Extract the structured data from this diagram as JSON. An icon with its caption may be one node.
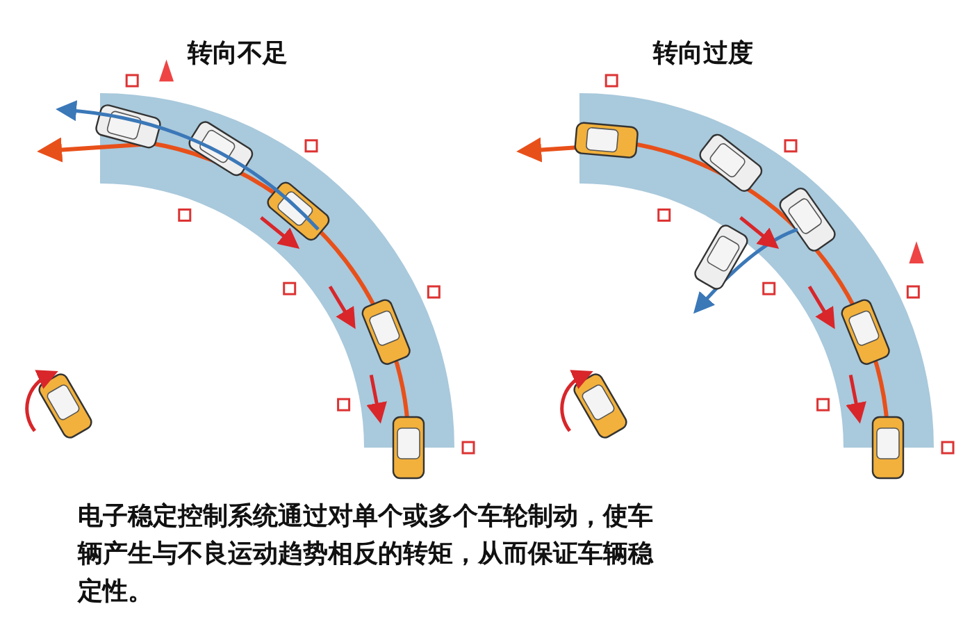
{
  "diagram": {
    "caption": "电子稳定控制系统通过对单个或多个车轮制动，使车辆产生与不良运动趋势相反的转矩，从而保证车辆稳定性。",
    "labels": [
      "转向不足",
      "转向过度"
    ]
  }
}
